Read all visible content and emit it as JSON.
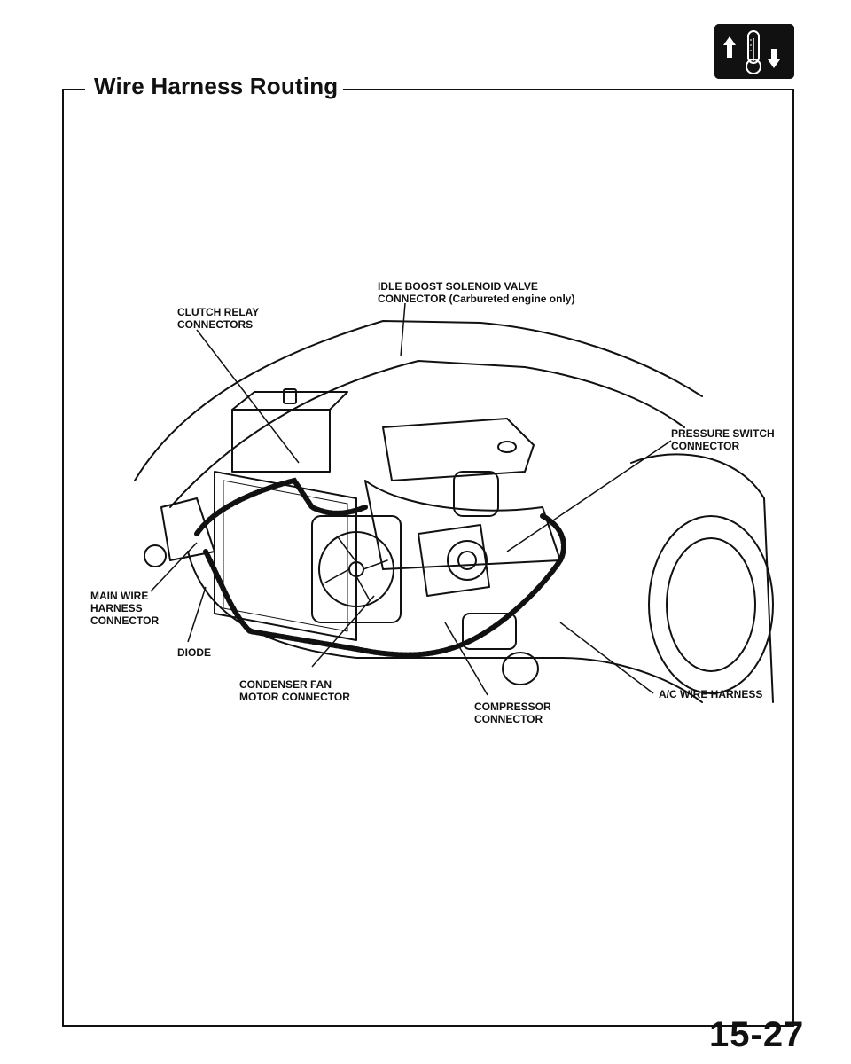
{
  "section": {
    "title": "Wire Harness Routing"
  },
  "badge": {
    "icon": "thermometer-up-down-icon"
  },
  "callouts": {
    "idle_boost": "IDLE BOOST SOLENOID VALVE\nCONNECTOR (Carbureted engine only)",
    "clutch_relay": "CLUTCH RELAY\nCONNECTORS",
    "pressure_switch": "PRESSURE SWITCH\nCONNECTOR",
    "main_wire": "MAIN WIRE\nHARNESS\nCONNECTOR",
    "diode": "DIODE",
    "condenser_fan": "CONDENSER FAN\nMOTOR CONNECTOR",
    "compressor": "COMPRESSOR\nCONNECTOR",
    "ac_harness": "A/C WIRE HARNESS"
  },
  "footer": {
    "page_number": "15-27"
  }
}
